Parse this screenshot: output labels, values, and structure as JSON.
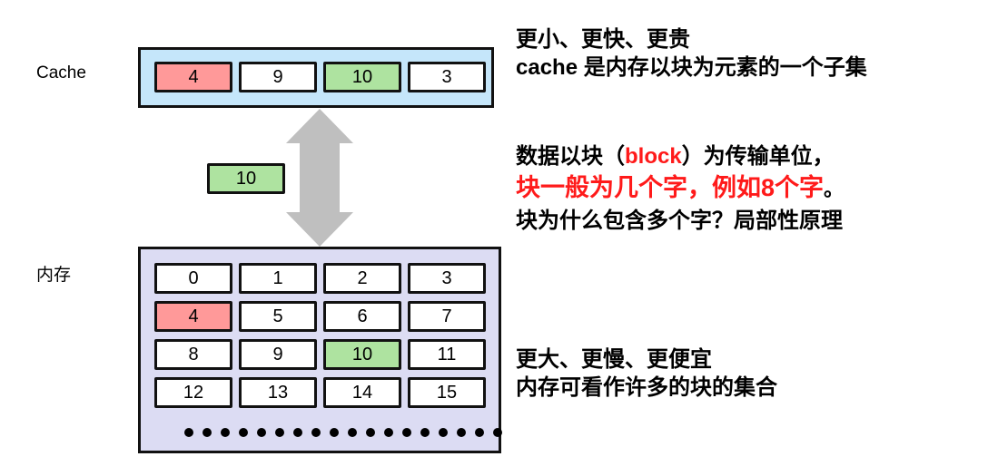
{
  "labels": {
    "cache": "Cache",
    "memory": "内存"
  },
  "cache": {
    "blocks": [
      {
        "value": "4",
        "highlight": "red"
      },
      {
        "value": "9",
        "highlight": "none"
      },
      {
        "value": "10",
        "highlight": "green"
      },
      {
        "value": "3",
        "highlight": "none"
      }
    ]
  },
  "transfer_block": {
    "value": "10",
    "highlight": "green"
  },
  "arrow": {
    "icon": "double-arrow-vertical-icon",
    "color": "#bfbfbf"
  },
  "memory": {
    "rows": [
      [
        {
          "value": "0",
          "highlight": "none"
        },
        {
          "value": "1",
          "highlight": "none"
        },
        {
          "value": "2",
          "highlight": "none"
        },
        {
          "value": "3",
          "highlight": "none"
        }
      ],
      [
        {
          "value": "4",
          "highlight": "red"
        },
        {
          "value": "5",
          "highlight": "none"
        },
        {
          "value": "6",
          "highlight": "none"
        },
        {
          "value": "7",
          "highlight": "none"
        }
      ],
      [
        {
          "value": "8",
          "highlight": "none"
        },
        {
          "value": "9",
          "highlight": "none"
        },
        {
          "value": "10",
          "highlight": "green"
        },
        {
          "value": "11",
          "highlight": "none"
        }
      ],
      [
        {
          "value": "12",
          "highlight": "none"
        },
        {
          "value": "13",
          "highlight": "none"
        },
        {
          "value": "14",
          "highlight": "none"
        },
        {
          "value": "15",
          "highlight": "none"
        }
      ]
    ],
    "ellipsis_dot_count": 18
  },
  "colors": {
    "cache_bg": "#c5e6fa",
    "memory_bg": "#dcdcf3",
    "red_block": "#ff9999",
    "green_block": "#aee3a0",
    "emphasis_text": "#ff1a1a"
  },
  "text": {
    "cache_desc_line1": "更小、更快、更贵",
    "cache_desc_line2": "cache 是内存以块为元素的一个子集",
    "block_line1_pre": "数据以块（",
    "block_line1_term": "block",
    "block_line1_post": "）为传输单位，",
    "block_line2_red": "块一般为几个字，例如8个字",
    "block_line2_end": "。",
    "block_line3": "块为什么包含多个字？局部性原理",
    "mem_desc_line1": "更大、更慢、更便宜",
    "mem_desc_line2": "内存可看作许多的块的集合"
  }
}
